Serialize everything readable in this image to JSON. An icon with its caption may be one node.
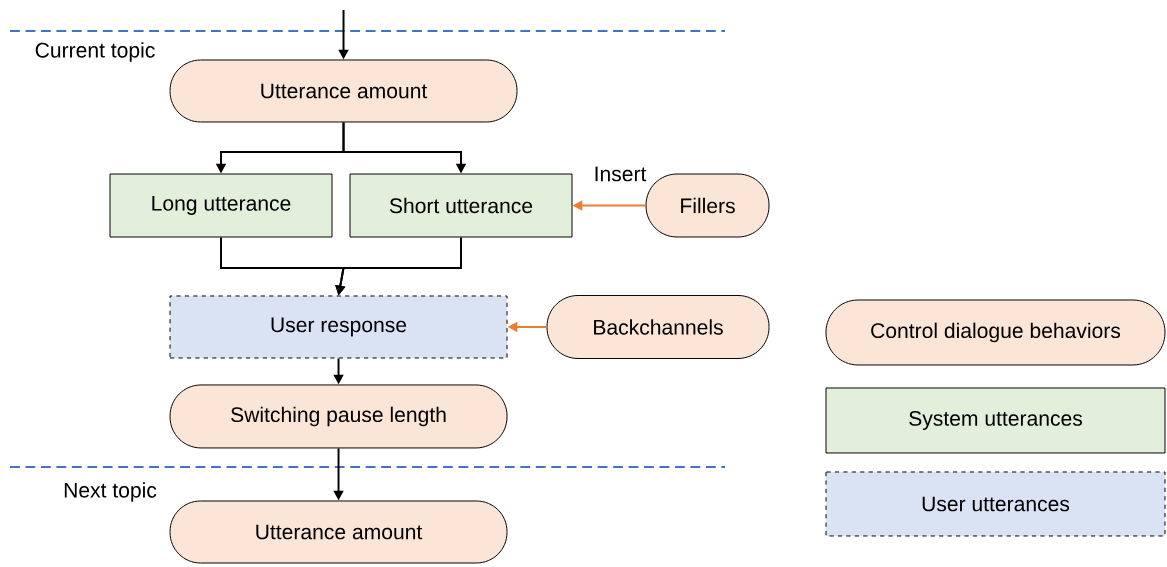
{
  "diagram": {
    "nodes": [
      {
        "text": [
          "Utterance amount"
        ]
      },
      {
        "text": [
          "Long utterance"
        ]
      },
      {
        "text": [
          "Short utterance"
        ]
      },
      {
        "text": [
          "Fillers"
        ]
      },
      {
        "text": [
          "User response"
        ]
      },
      {
        "text": [
          "Backchannels"
        ]
      },
      {
        "text": [
          "Switching pause length"
        ]
      },
      {
        "text": [
          "Utterance amount"
        ]
      }
    ],
    "edges": [
      {
        "from": null,
        "to": 0,
        "arrow": "to"
      },
      {
        "from": 0,
        "to": 1,
        "arrow": "to"
      },
      {
        "from": 0,
        "to": 2,
        "arrow": "to"
      },
      {
        "from": 3,
        "to": 2,
        "arrow": "to",
        "label": "Insert",
        "color": "#ed7d31"
      },
      {
        "from": 1,
        "to": 4,
        "arrow": "to"
      },
      {
        "from": 2,
        "to": 4,
        "arrow": "to"
      },
      {
        "from": 5,
        "to": 4,
        "arrow": "to",
        "color": "#ed7d31"
      },
      {
        "from": 4,
        "to": 6,
        "arrow": "to"
      },
      {
        "from": 6,
        "to": 7,
        "arrow": "to"
      }
    ],
    "labels": [
      "Current topic",
      "Next topic"
    ],
    "legend": [
      {
        "text": "Control dialogue behaviors",
        "color": "#fbe5d6"
      },
      {
        "text": "System utterances",
        "color": "#e2efda"
      },
      {
        "text": "User utterances",
        "color": "#dae3f3"
      }
    ]
  }
}
